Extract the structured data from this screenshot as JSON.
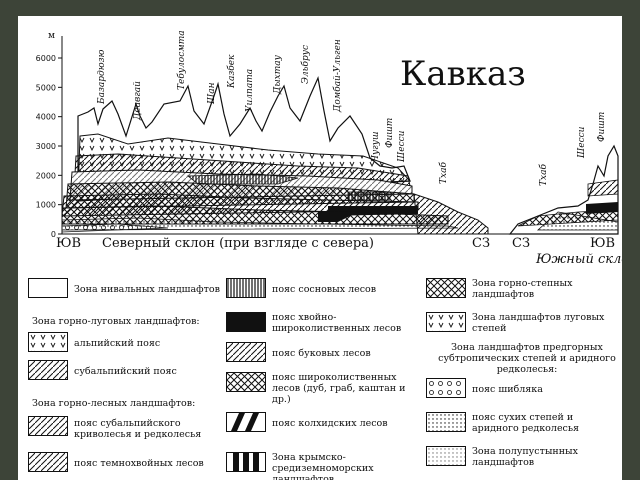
{
  "title": "Кавказ",
  "y_unit": "м",
  "y_ticks": [
    "6000",
    "5000",
    "4000",
    "3000",
    "2000",
    "1000",
    "0"
  ],
  "peaks": [
    "Базардюзю",
    "Деавгай",
    "Тебулосмта",
    "Шан",
    "Казбек",
    "Уилпата",
    "Дыхтау",
    "Эльбрус",
    "Домбай-Ульген",
    "Чугуш",
    "Фишт",
    "Шесси",
    "Тхаб",
    "Тхаб",
    "Шесси",
    "Фишт"
  ],
  "bottom": {
    "left": "ЮВ",
    "north": "Северный склон (при взгляде с севера)",
    "sz1": "СЗ",
    "sz2": "СЗ",
    "right": "ЮВ",
    "south": "Южный склон"
  },
  "legend": {
    "col1": {
      "nival": "Зона нивальных ландшафтов",
      "mountain_meadow_hdr": "Зона горно-луговых ландшафтов:",
      "alpine": "альпийский пояс",
      "subalpine": "субальпийский пояс",
      "mountain_forest_hdr": "Зона горно-лесных ландшафтов:",
      "subalpine_crooked": "пояс субальпийского криволесья и редколесья",
      "dark_conifer": "пояс темнохвойных лесов"
    },
    "col2": {
      "pine": "пояс сосновых лесов",
      "conifer_broadleaf": "пояс хвойно-широколиственных лесов",
      "beech": "пояс буковых лесов",
      "broadleaf": "пояс широколиственных лесов (дуб, граб, каштан и др.)",
      "colchis": "пояс колхидских лесов",
      "crimean": "Зона крымско-средиземноморских ландшафтов"
    },
    "col3": {
      "mountain_steppe": "Зона горно-степных ландшафтов",
      "meadow_steppe": "Зона ландшафтов луговых степей",
      "foothill_hdr": "Зона ландшафтов предгорных субтропических степей и аридного редколесья:",
      "shiblyak": "пояс шибляка",
      "dry_steppe": "пояс сухих степей и аридного редколесья",
      "semidesert": "Зона полупустынных ландшафтов"
    }
  }
}
